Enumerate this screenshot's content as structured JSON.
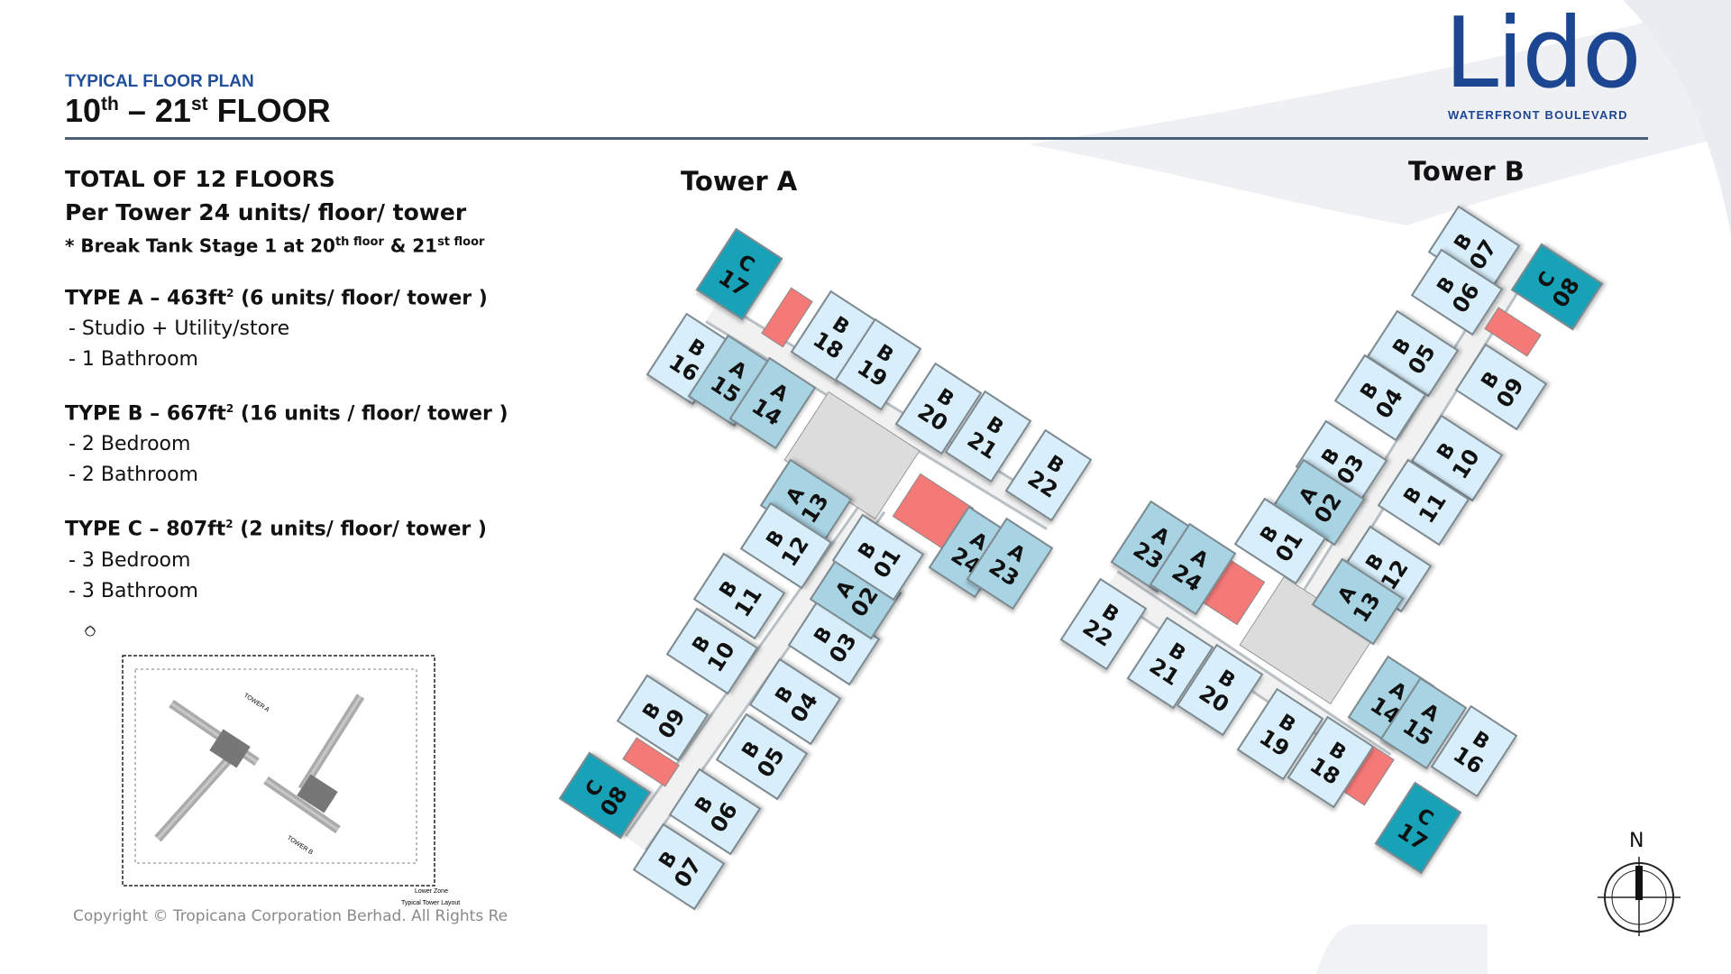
{
  "header": {
    "kicker": "TYPICAL FLOOR PLAN",
    "title_from": "10",
    "title_from_sup": "th",
    "title_dash": " – ",
    "title_to": "21",
    "title_to_sup": "st",
    "title_suffix": " FLOOR"
  },
  "logo": {
    "name": "Lido",
    "subtitle": "WATERFRONT BOULEVARD"
  },
  "summary": {
    "total": "TOTAL OF 12 FLOORS",
    "per_tower": "Per Tower 24 units/ floor/ tower",
    "note_a": "* Break Tank Stage 1 at 20",
    "note_a_sup": "th floor",
    "note_b": " & 21",
    "note_b_sup": "st floor"
  },
  "types": [
    {
      "heading": "TYPE A – 463ft",
      "sup": "2",
      "count": " (6 units/ floor/ tower )",
      "features": [
        "- Studio + Utility/store",
        "- 1 Bathroom"
      ]
    },
    {
      "heading": "TYPE B – 667ft",
      "sup": "2",
      "count": " (16 units / floor/ tower )",
      "features": [
        "- 2 Bedroom",
        "- 2 Bathroom"
      ]
    },
    {
      "heading": "TYPE C – 807ft",
      "sup": "2",
      "count": " (2 units/ floor/ tower )",
      "features": [
        "- 3 Bedroom",
        "- 3 Bathroom"
      ]
    }
  ],
  "colors": {
    "type_a": "#a8d3e3",
    "type_b": "#d8effb",
    "type_c": "#17a2b8",
    "service": "#f47a78",
    "core": "#dcdcdc",
    "brand": "#1c4592"
  },
  "towers": [
    {
      "name": "Tower A",
      "units": [
        {
          "type": "C",
          "no": "17"
        },
        {
          "type": "B",
          "no": "16"
        },
        {
          "type": "A",
          "no": "15"
        },
        {
          "type": "A",
          "no": "14"
        },
        {
          "type": "B",
          "no": "18"
        },
        {
          "type": "B",
          "no": "19"
        },
        {
          "type": "B",
          "no": "20"
        },
        {
          "type": "B",
          "no": "21"
        },
        {
          "type": "B",
          "no": "22"
        },
        {
          "type": "A",
          "no": "13"
        },
        {
          "type": "B",
          "no": "12"
        },
        {
          "type": "B",
          "no": "11"
        },
        {
          "type": "B",
          "no": "10"
        },
        {
          "type": "B",
          "no": "09"
        },
        {
          "type": "C",
          "no": "08"
        },
        {
          "type": "B",
          "no": "07"
        },
        {
          "type": "B",
          "no": "06"
        },
        {
          "type": "B",
          "no": "05"
        },
        {
          "type": "B",
          "no": "04"
        },
        {
          "type": "B",
          "no": "03"
        },
        {
          "type": "A",
          "no": "02"
        },
        {
          "type": "B",
          "no": "01"
        },
        {
          "type": "A",
          "no": "24"
        },
        {
          "type": "A",
          "no": "23"
        }
      ]
    },
    {
      "name": "Tower B",
      "units": [
        {
          "type": "B",
          "no": "07"
        },
        {
          "type": "C",
          "no": "08"
        },
        {
          "type": "B",
          "no": "06"
        },
        {
          "type": "B",
          "no": "05"
        },
        {
          "type": "B",
          "no": "09"
        },
        {
          "type": "B",
          "no": "04"
        },
        {
          "type": "B",
          "no": "03"
        },
        {
          "type": "B",
          "no": "10"
        },
        {
          "type": "A",
          "no": "02"
        },
        {
          "type": "B",
          "no": "11"
        },
        {
          "type": "B",
          "no": "01"
        },
        {
          "type": "B",
          "no": "12"
        },
        {
          "type": "A",
          "no": "13"
        },
        {
          "type": "A",
          "no": "23"
        },
        {
          "type": "A",
          "no": "24"
        },
        {
          "type": "B",
          "no": "22"
        },
        {
          "type": "B",
          "no": "21"
        },
        {
          "type": "B",
          "no": "20"
        },
        {
          "type": "B",
          "no": "19"
        },
        {
          "type": "B",
          "no": "18"
        },
        {
          "type": "A",
          "no": "14"
        },
        {
          "type": "A",
          "no": "15"
        },
        {
          "type": "B",
          "no": "16"
        },
        {
          "type": "C",
          "no": "17"
        }
      ]
    }
  ],
  "keymap": {
    "tower_a": "TOWER A",
    "tower_b": "TOWER B",
    "zone": "Lower Zone",
    "caption": "Typical Tower Layout"
  },
  "compass": {
    "north": "N"
  },
  "copyright": "Copyright © Tropicana Corporation Berhad. All Rights Re"
}
